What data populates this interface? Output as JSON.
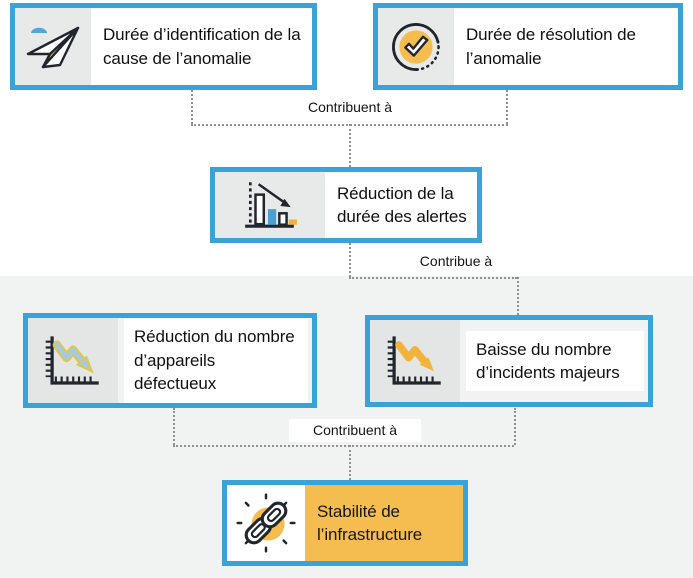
{
  "diagram": {
    "nodes": [
      {
        "id": "duree-identification",
        "label": "Durée d’identification de la cause de l’anomalie",
        "icon": "paper-plane-icon"
      },
      {
        "id": "duree-resolution",
        "label": "Durée de résolution de l’anomalie",
        "icon": "check-circle-icon"
      },
      {
        "id": "reduction-duree-alertes",
        "label": "Réduction de la durée des alertes",
        "icon": "declining-bar-chart-icon"
      },
      {
        "id": "reduction-appareils-defectueux",
        "label": "Réduction du nombre d’appareils défectueux",
        "icon": "declining-line-chart-icon"
      },
      {
        "id": "baisse-incidents-majeurs",
        "label": "Baisse du nombre d’incidents majeurs",
        "icon": "declining-trend-arrow-icon"
      },
      {
        "id": "stabilite-infrastructure",
        "label": "Stabilité de l’infrastructure",
        "icon": "chain-link-icon"
      }
    ],
    "connector_labels": {
      "top": "Contribuent à",
      "middle": "Contribue à",
      "bottom": "Contribuent à"
    },
    "colors": {
      "accent_blue": "#39a3d9",
      "accent_orange": "#f5bd4f",
      "panel_gray": "#f1f2f2",
      "icon_cell_gray": "#e8e9e9",
      "connector_gray": "#8f8f8f",
      "text": "#101010"
    }
  }
}
